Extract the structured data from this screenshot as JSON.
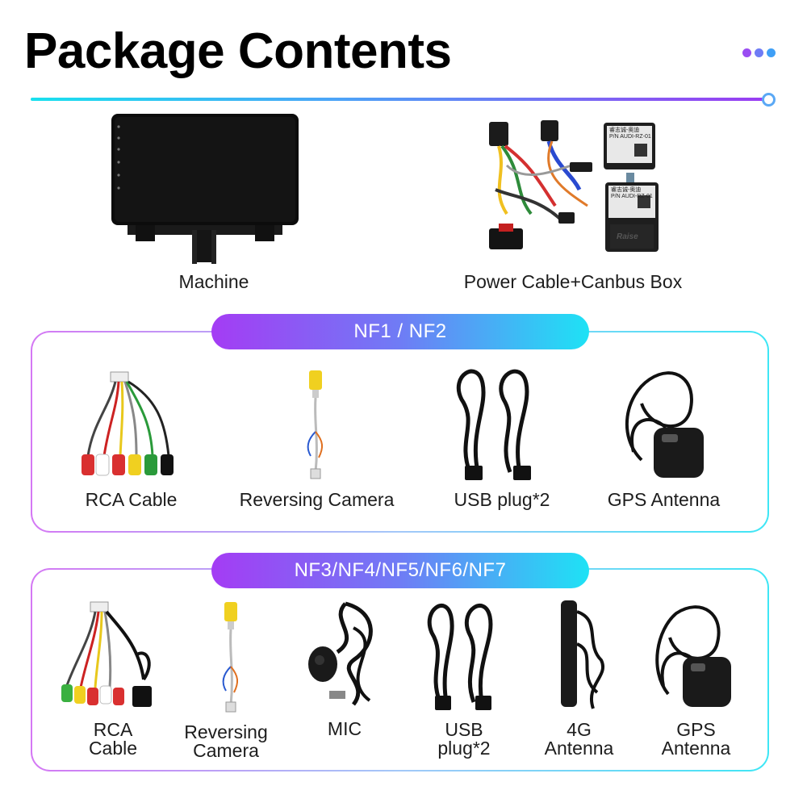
{
  "header": {
    "title": "Package Contents",
    "dot_colors": [
      "#9a4df2",
      "#6f7cf5",
      "#3f9ff6"
    ]
  },
  "top_items": [
    {
      "name": "Machine"
    },
    {
      "name": "Power Cable+Canbus Box"
    }
  ],
  "canbus_box": {
    "label_lines_1": [
      "睿志诚-奥迪",
      "P/N AUDI-RZ-01"
    ],
    "label_lines_2": [
      "睿志诚-奥迪",
      "P/N AUDI-RZ-01"
    ],
    "brand": "Raise"
  },
  "group_nf12": {
    "title": "NF1 / NF2",
    "items": [
      {
        "name": "RCA Cable"
      },
      {
        "name": "Reversing Camera"
      },
      {
        "name": "USB plug*2"
      },
      {
        "name": "GPS Antenna"
      }
    ]
  },
  "group_nf37": {
    "title": "NF3/NF4/NF5/NF6/NF7",
    "items": [
      {
        "line1": "RCA",
        "line2": "Cable"
      },
      {
        "line1": "Reversing",
        "line2": "Camera"
      },
      {
        "line1": "MIC",
        "line2": ""
      },
      {
        "line1": "USB",
        "line2": "plug*2"
      },
      {
        "line1": "4G",
        "line2": "Antenna"
      },
      {
        "line1": "GPS",
        "line2": "Antenna"
      }
    ]
  },
  "colors": {
    "accent_purple": "#a43cf4",
    "accent_cyan": "#1ee2f5"
  }
}
